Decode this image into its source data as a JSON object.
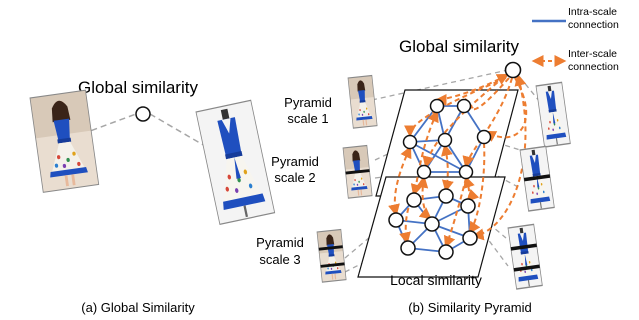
{
  "left_panel": {
    "title": "Global similarity",
    "caption": "(a) Global Similarity"
  },
  "right_panel": {
    "title": "Global similarity",
    "scale_1_line1": "Pyramid",
    "scale_1_line2": "scale 1",
    "scale_2_line1": "Pyramid",
    "scale_2_line2": "scale 2",
    "scale_3_line1": "Pyramid",
    "scale_3_line2": "scale 3",
    "local_label": "Local similarity",
    "caption": "(b) Similarity Pyramid"
  },
  "legend": {
    "intra_line1": "Intra-scale",
    "intra_line2": "connection",
    "inter_line1": "Inter-scale",
    "inter_line2": "connection"
  },
  "colors": {
    "intra_blue": "#4472c4",
    "inter_orange": "#ed7d31",
    "dress_blue": "#1f4fbf",
    "gray_dashed": "#a6a6a6"
  }
}
